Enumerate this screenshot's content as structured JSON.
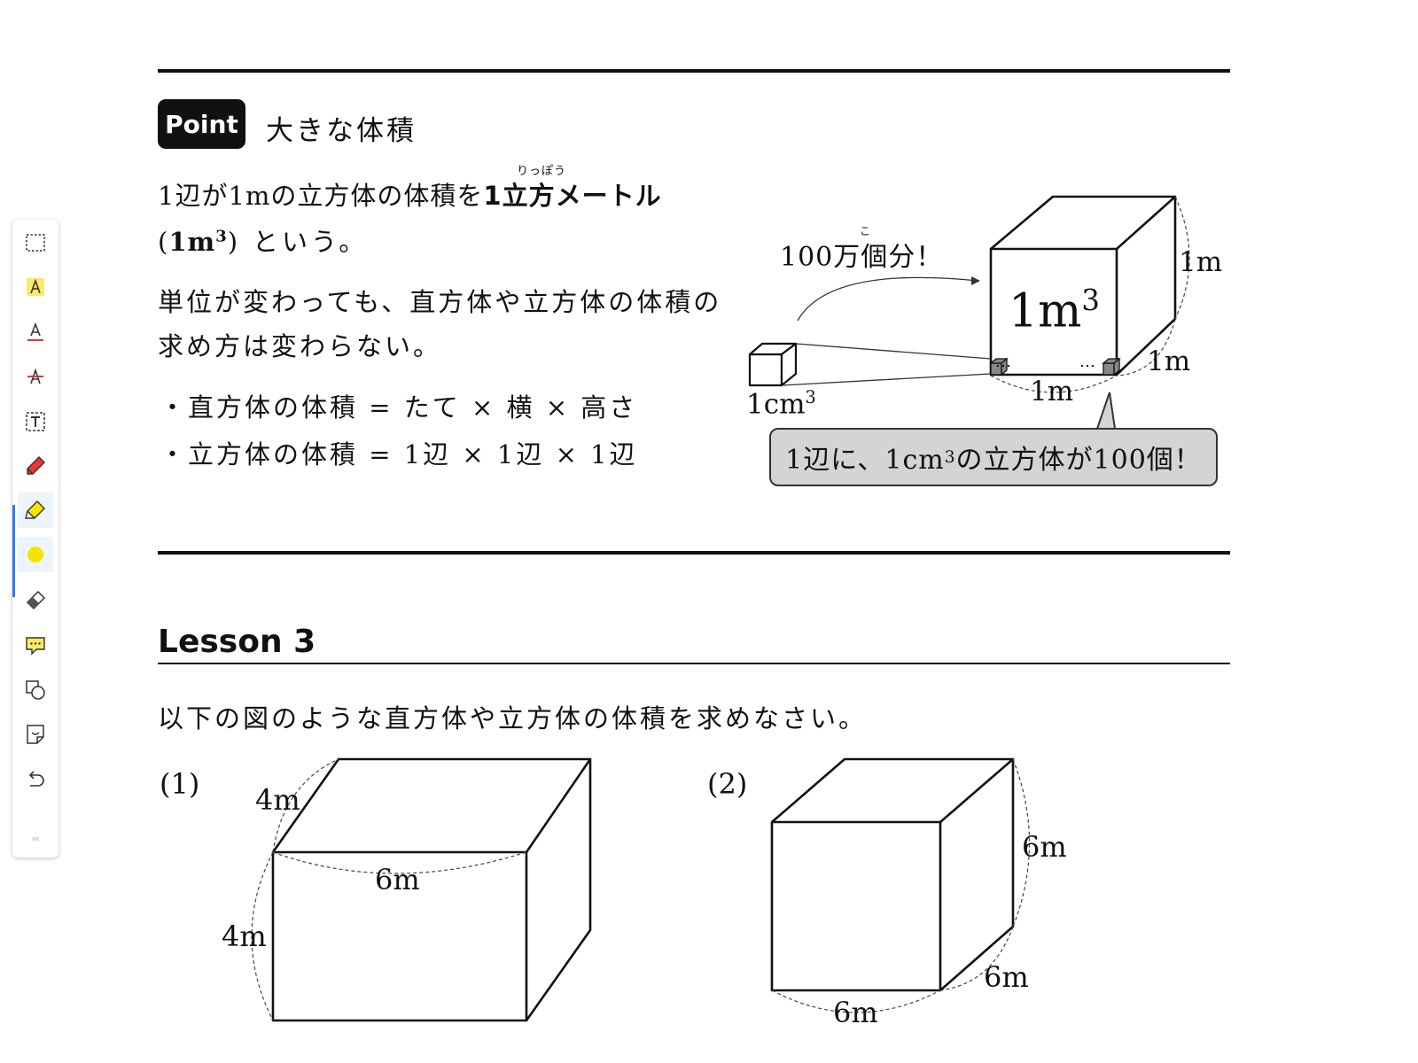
{
  "toolbar": {
    "tools": [
      "select-area",
      "highlight-text",
      "underline-text",
      "strikethrough-text",
      "text-box",
      "pen",
      "highlighter",
      "color",
      "eraser",
      "comment",
      "shapes",
      "sticker",
      "undo"
    ],
    "active_tool": "highlighter",
    "current_color": "#f5e400"
  },
  "point": {
    "badge": "Point",
    "heading": "大きな体積",
    "line1_pre": "1辺が1mの立方体の体積を",
    "line1_bold": "1立方メートル",
    "ruby": "りっぽう",
    "line2_paren_open": "(",
    "line2_unit": "1m",
    "line2_exp": "3",
    "line2_paren_close": ")",
    "line2_post": "という。",
    "para2_line1": "単位が変わっても、直方体や立方体の体積の",
    "para2_line2": "求め方は変わらない。",
    "formula1": "・直方体の体積 = たて × 横 × 高さ",
    "formula2": "・立方体の体積 = 1辺 × 1辺 × 1辺"
  },
  "figure": {
    "million_label": "100万個分！",
    "ruby_ko": "こ",
    "big_unit": "1m",
    "big_exp": "3",
    "edge_label": "1m",
    "small_unit": "1cm",
    "small_exp": "3",
    "dots": "…",
    "callout_pre": "1辺に、1cm",
    "callout_exp": "3",
    "callout_post": "の立方体が100個！"
  },
  "lesson": {
    "title": "Lesson 3",
    "instruction": "以下の図のような直方体や立方体の体積を求めなさい。",
    "problems": [
      {
        "label": "(1)",
        "depth": "4m",
        "width": "6m",
        "height": "4m"
      },
      {
        "label": "(2)",
        "height": "6m",
        "depth": "6m",
        "width": "6m"
      }
    ]
  }
}
